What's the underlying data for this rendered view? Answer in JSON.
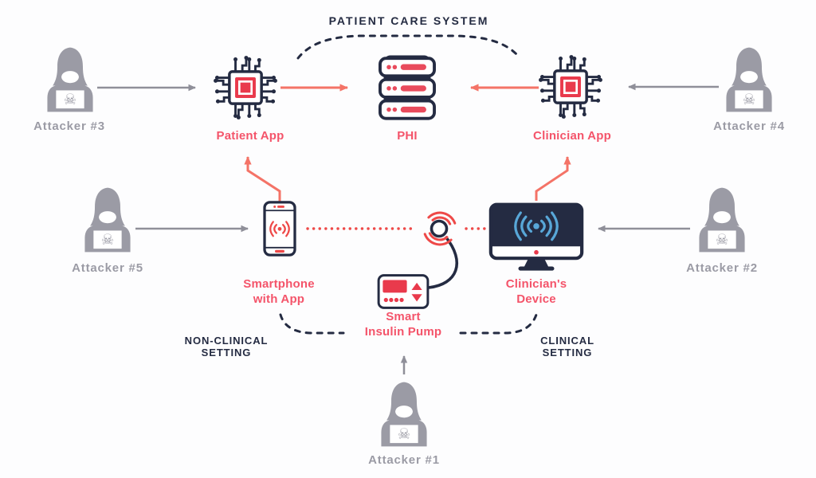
{
  "diagram": {
    "title": "PATIENT CARE SYSTEM",
    "zones": {
      "non_clinical": [
        "NON-CLINICAL",
        "SETTING"
      ],
      "clinical": [
        "CLINICAL",
        "SETTING"
      ]
    },
    "nodes": {
      "patient_app": "Patient App",
      "phi": "PHI",
      "clinician_app": "Clinician App",
      "smartphone": [
        "Smartphone",
        "with App"
      ],
      "insulin_pump": [
        "Smart",
        "Insulin Pump"
      ],
      "clinician_device": [
        "Clinician's",
        "Device"
      ]
    },
    "attackers": {
      "a1": "Attacker #1",
      "a2": "Attacker #2",
      "a3": "Attacker #3",
      "a4": "Attacker #4",
      "a5": "Attacker #5"
    },
    "icons": {
      "skull_glyph": "☠",
      "patient_app": "circuit-chip-icon",
      "clinician_app": "circuit-chip-icon",
      "phi": "server-stack-icon",
      "smartphone": "smartphone-wifi-icon",
      "clinician_device": "monitor-wifi-icon",
      "insulin_pump": "insulin-pump-icon",
      "sensor": "wireless-sensor-icon",
      "attacker": "hooded-attacker-laptop-skull-icon"
    },
    "colors": {
      "background": "#fdfdfe",
      "navy": "#242b42",
      "label_red": "#f4546a",
      "arrow_salmon": "#f47367",
      "icon_red": "#e93a4c",
      "server_red": "#e94b5c",
      "dotted_red": "#ee4948",
      "attacker_gray": "#9b9ba5",
      "arrow_gray": "#8f8f99",
      "wifi_blue": "#58a7d8"
    }
  }
}
